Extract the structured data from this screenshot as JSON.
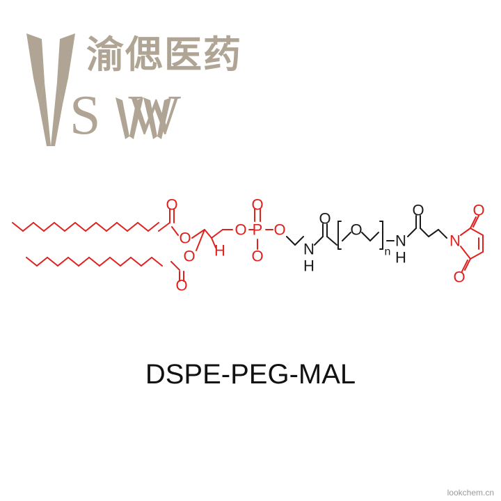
{
  "logo": {
    "company_cn": "渝偲医药",
    "letters": "SW"
  },
  "structure": {
    "title": "DSPE-PEG-MAL",
    "atoms": {
      "o": "O",
      "p": "P",
      "n": "N",
      "h": "H",
      "repeat": "n"
    }
  },
  "watermark": "lookchem.cn",
  "colors": {
    "logo": "#b0a594",
    "lipid": "#e0201c",
    "peg": "#1a1a1a",
    "maleimide": "#e0201c"
  }
}
